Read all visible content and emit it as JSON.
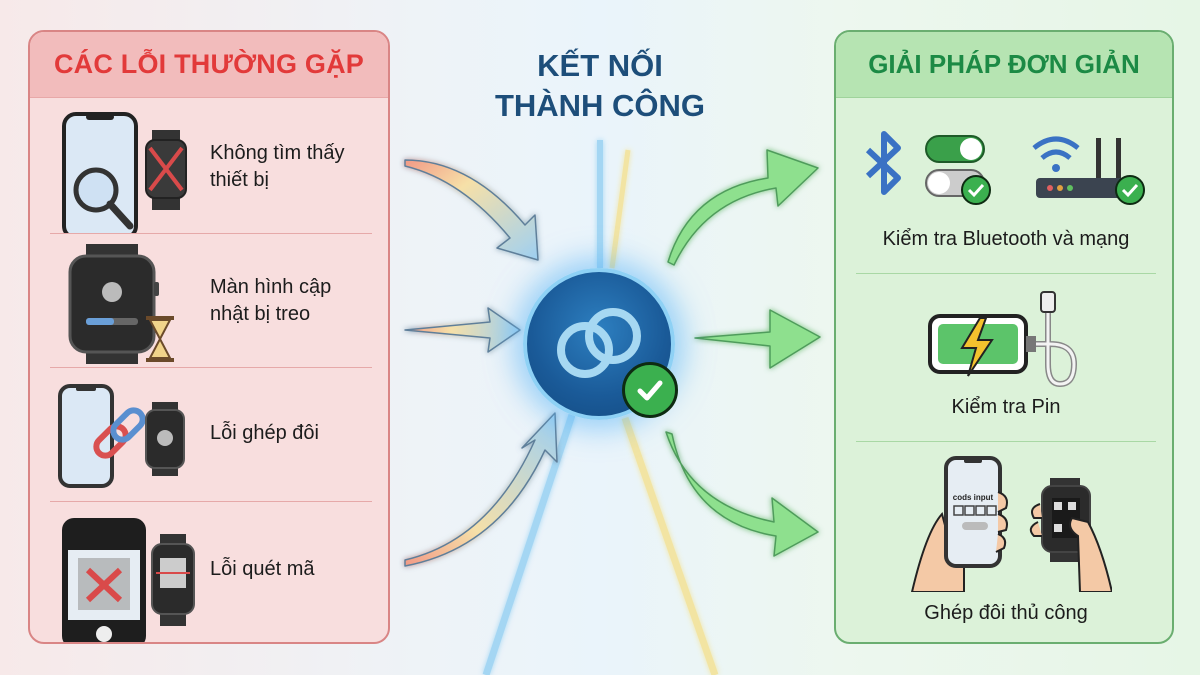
{
  "center": {
    "title_line1": "KẾT NỐI",
    "title_line2": "THÀNH CÔNG",
    "hub_icon": "linked-rings-icon",
    "hub_badge_icon": "check-circle-icon"
  },
  "problems": {
    "title": "CÁC LỖI THƯỜNG GẶP",
    "accent_color": "#e23a3a",
    "items": [
      {
        "label_line1": "Không tìm thấy",
        "label_line2": "thiết bị",
        "icon": "phone-search-watch-x-icon"
      },
      {
        "label_line1": "Màn hình cập",
        "label_line2": "nhật bị treo",
        "icon": "watch-update-hourglass-icon"
      },
      {
        "label_line1": "Lỗi ghép đôi",
        "label_line2": "",
        "icon": "broken-link-icon"
      },
      {
        "label_line1": "Lỗi quét mã",
        "label_line2": "",
        "icon": "qr-scan-error-icon"
      }
    ]
  },
  "solutions": {
    "title": "GIẢI PHÁP ĐƠN GIẢN",
    "accent_color": "#1c8a45",
    "items": [
      {
        "label": "Kiểm tra Bluetooth và mạng",
        "icon": "bluetooth-toggle-router-icon"
      },
      {
        "label": "Kiểm tra Pin",
        "icon": "battery-charging-icon"
      },
      {
        "label": "Ghép đôi thủ công",
        "icon": "manual-pairing-icon",
        "phone_screen_text": "cods input"
      }
    ]
  }
}
